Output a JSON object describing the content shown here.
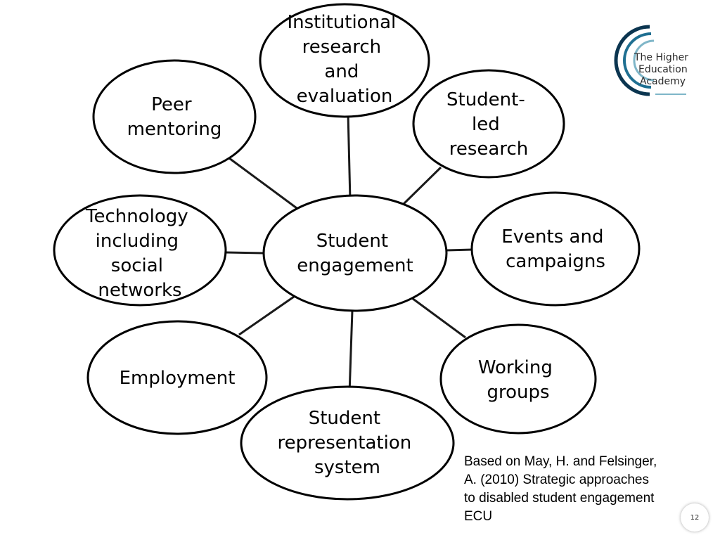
{
  "diagram": {
    "center": {
      "lines": [
        "Student",
        "engagement"
      ]
    },
    "nodes": [
      {
        "id": "institutional",
        "lines": [
          "Institutional",
          "research",
          "and",
          "evaluation"
        ]
      },
      {
        "id": "student-led",
        "lines": [
          "Student-",
          "led",
          "research"
        ]
      },
      {
        "id": "events",
        "lines": [
          "Events and",
          "campaigns"
        ]
      },
      {
        "id": "working-groups",
        "lines": [
          "Working",
          "groups"
        ]
      },
      {
        "id": "representation",
        "lines": [
          "Student",
          "representation",
          "system"
        ]
      },
      {
        "id": "employment",
        "lines": [
          "Employment"
        ]
      },
      {
        "id": "technology",
        "lines": [
          "Technology",
          "including",
          "social",
          "networks"
        ]
      },
      {
        "id": "peer-mentoring",
        "lines": [
          "Peer",
          "mentoring"
        ]
      }
    ]
  },
  "citation": {
    "lines": [
      "Based on May, H. and Felsinger,",
      "A. (2010) Strategic approaches",
      "to disabled student engagement",
      "ECU"
    ]
  },
  "page_number": "12",
  "logo": {
    "icon": "hea-logo-icon",
    "lines": [
      "The Higher",
      "Education",
      "Academy"
    ],
    "colors": {
      "arc_dark": "#0b3550",
      "arc_mid": "#1f6f91",
      "arc_light": "#7fb6c8",
      "text": "#2b2b2b"
    }
  }
}
